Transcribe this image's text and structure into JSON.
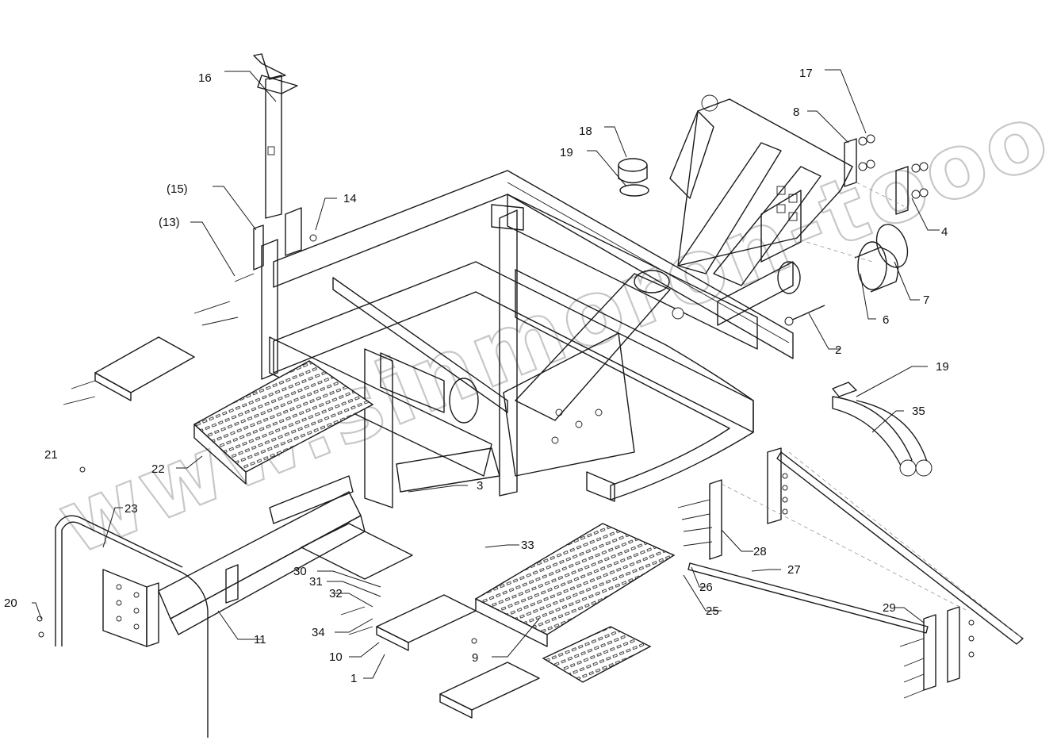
{
  "watermark": "www.sinmoron-tooo.kz",
  "colors": {
    "line": "#1a1a1a",
    "watermark": "#b5b5b5",
    "background": "#ffffff"
  },
  "callouts": {
    "c1": "1",
    "c2": "2",
    "c3": "3",
    "c4": "4",
    "c6": "6",
    "c7": "7",
    "c8": "8",
    "c9": "9",
    "c10": "10",
    "c11": "11",
    "c13": "(13)",
    "c14": "14",
    "c15": "(15)",
    "c16": "16",
    "c17": "17",
    "c18": "18",
    "c19a": "19",
    "c19b": "19",
    "c20": "20",
    "c21": "21",
    "c22": "22",
    "c23": "23",
    "c25": "25",
    "c26": "26",
    "c27": "27",
    "c28": "28",
    "c29": "29",
    "c30": "30",
    "c31": "31",
    "c32": "32",
    "c33": "33",
    "c34": "34",
    "c35": "35"
  }
}
